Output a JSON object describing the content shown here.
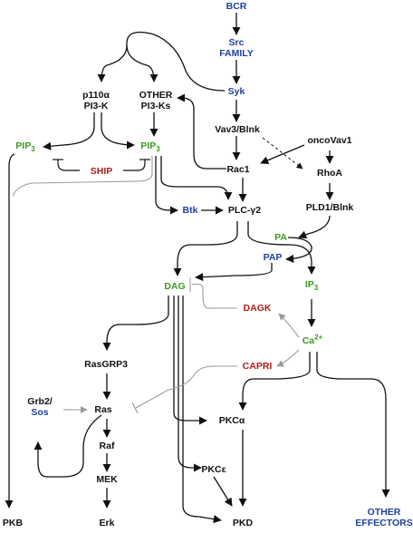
{
  "nodes": {
    "bcr": "BCR",
    "src_line1": "Src",
    "src_line2": "FAMILY",
    "syk": "Syk",
    "p110_line1": "p110α",
    "p110_line2": "PI3-K",
    "other_pi3_line1": "OTHER",
    "other_pi3_line2": "PI3-Ks",
    "vav3": "Vav3/Blnk",
    "oncovav": "oncoVav1",
    "pip3_left": "PIP",
    "pip3_left_sub": "3",
    "pip3_mid": "PIP",
    "pip3_mid_sub": "3",
    "ship": "SHIP",
    "rac1": "Rac1",
    "rhoa": "RhoA",
    "btk": "Btk",
    "plcg2": "PLC-γ2",
    "pld1": "PLD1/Blnk",
    "pa": "PA",
    "pap": "PAP",
    "dag": "DAG",
    "ip3": "IP",
    "ip3_sub": "3",
    "dagk": "DAGK",
    "ca_base": "Ca",
    "ca_sup": "2+",
    "rasgrp3": "RasGRP3",
    "capri": "CAPRI",
    "grb2": "Grb2/",
    "sos": "Sos",
    "ras": "Ras",
    "pkca": "PKCα",
    "raf": "Raf",
    "pkce": "PKCε",
    "mek": "MEK",
    "pkb": "PKB",
    "erk": "Erk",
    "pkd": "PKD",
    "other_eff_line1": "OTHER",
    "other_eff_line2": "EFFECTORS"
  },
  "colors": {
    "blue": "#1f3f9c",
    "green": "#3a9a1f",
    "red": "#b01c1c",
    "black": "#111111",
    "gray": "#9a9a9a"
  }
}
